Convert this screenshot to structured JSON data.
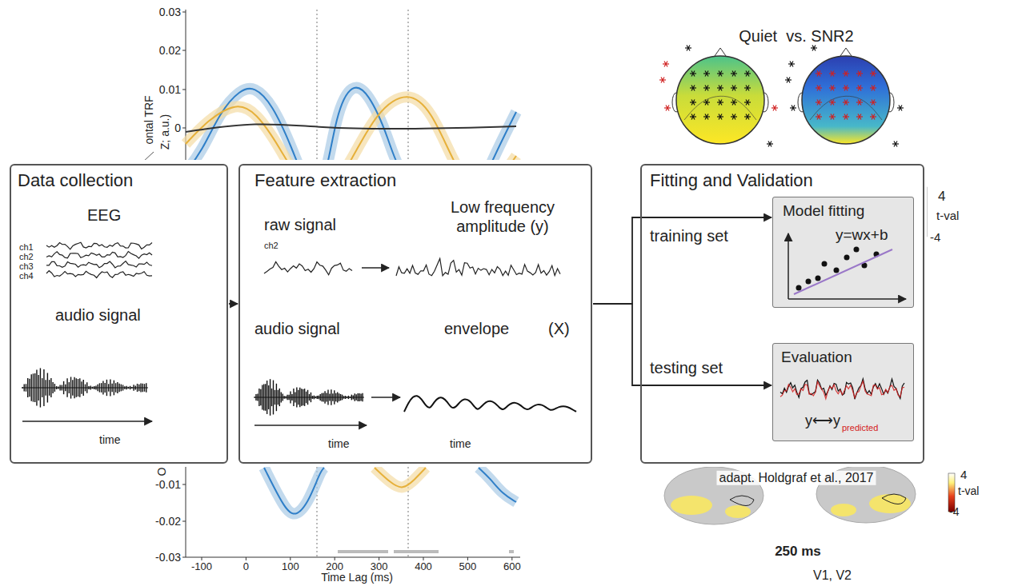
{
  "diagram": {
    "nodes": [
      {
        "text": [
          "Data collection",
          "EEG",
          "ch1",
          "ch2",
          "ch3",
          "ch4",
          "audio signal",
          "time"
        ]
      },
      {
        "text": [
          "Feature extraction",
          "raw signal",
          "ch2",
          "Low frequency amplitude (y)",
          "audio signal",
          "envelope",
          "(X)",
          "time",
          "time"
        ]
      },
      {
        "text": [
          "Fitting and Validation"
        ]
      },
      {
        "text": [
          "Model fitting",
          "y=wx+b"
        ],
        "in": 2
      },
      {
        "text": [
          "Evaluation",
          "y⟷y",
          "predicted"
        ],
        "in": 2
      }
    ],
    "edges": [
      {
        "from": 0,
        "to": 1,
        "arrow": "to"
      },
      {
        "from": 1,
        "to": 3,
        "arrow": "to",
        "label": "training set"
      },
      {
        "from": 1,
        "to": 4,
        "arrow": "to",
        "label": "testing set"
      }
    ],
    "labels": [
      "0.03",
      "0.02",
      "0.01",
      "0",
      "-0.01",
      "-0.02",
      "-0.03",
      "-100",
      "0",
      "100",
      "200",
      "300",
      "400",
      "500",
      "600",
      "Time Lag (ms)",
      "ontal TRF",
      "Z; a.u.)",
      "O",
      "Quiet  vs. SNR2",
      "4",
      "t-val",
      "-4",
      "4",
      "t-val",
      "-4",
      "adapt. Holdgraf et al., 2017",
      "250 ms",
      "V1, V2"
    ]
  }
}
